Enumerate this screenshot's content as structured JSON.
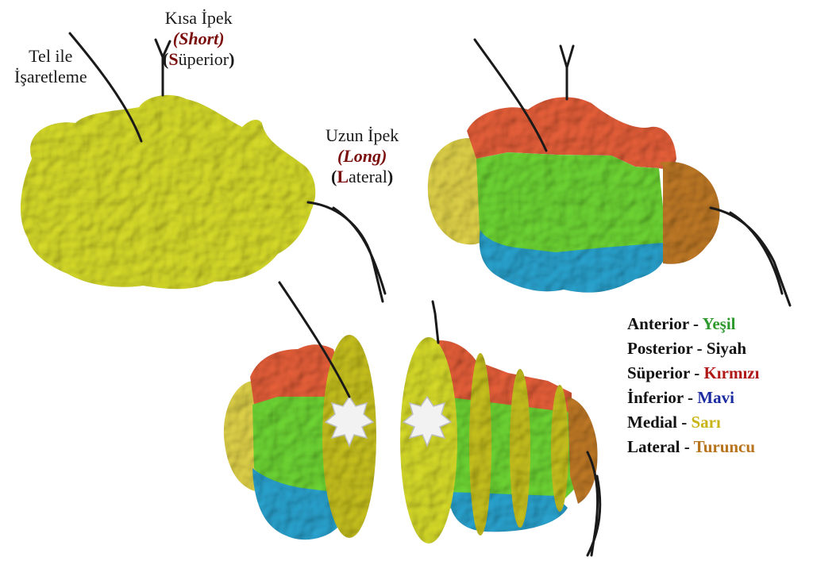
{
  "labels": {
    "wire": {
      "line1": "Tel ile",
      "line2": "İşaretleme"
    },
    "short": {
      "title": "Kısa İpek",
      "paren_open": "(",
      "key": "S",
      "word": "hort",
      "paren_close": ")",
      "dir_open": "(",
      "dir_key": "S",
      "dir_word": "üperior",
      "dir_close": ")"
    },
    "long": {
      "title": "Uzun İpek",
      "paren_open": "(",
      "key": "L",
      "word": "ong",
      "paren_close": ")",
      "dir_open": "(",
      "dir_key": "L",
      "dir_word": "ateral",
      "dir_close": ")"
    }
  },
  "legend": [
    {
      "term": "Anterior",
      "sep": " - ",
      "color_name": "Yeşil",
      "color": "#2e9a2e"
    },
    {
      "term": "Posterior",
      "sep": " - ",
      "color_name": "Siyah",
      "color": "#111111"
    },
    {
      "term": "Süperior",
      "sep": " - ",
      "color_name": "Kırmızı",
      "color": "#b01818"
    },
    {
      "term": "İnferior",
      "sep": " - ",
      "color_name": "Mavi",
      "color": "#1a2aa0"
    },
    {
      "term": "Medial",
      "sep": " - ",
      "color_name": "Sarı",
      "color": "#c8b414"
    },
    {
      "term": "Lateral",
      "sep": " - ",
      "color_name": "Turuncu",
      "color": "#b8741c"
    }
  ],
  "colors": {
    "specimen_yellow": "#d8dc2a",
    "superior_red": "#e8603a",
    "anterior_green": "#6ed634",
    "inferior_blue": "#2aa4d0",
    "medial_yellow": "#e2d44a",
    "lateral_orange": "#c07a26",
    "cut_face": "#c8c21e",
    "tumor_white": "#f2f2f2",
    "suture": "#1a1a1a"
  }
}
